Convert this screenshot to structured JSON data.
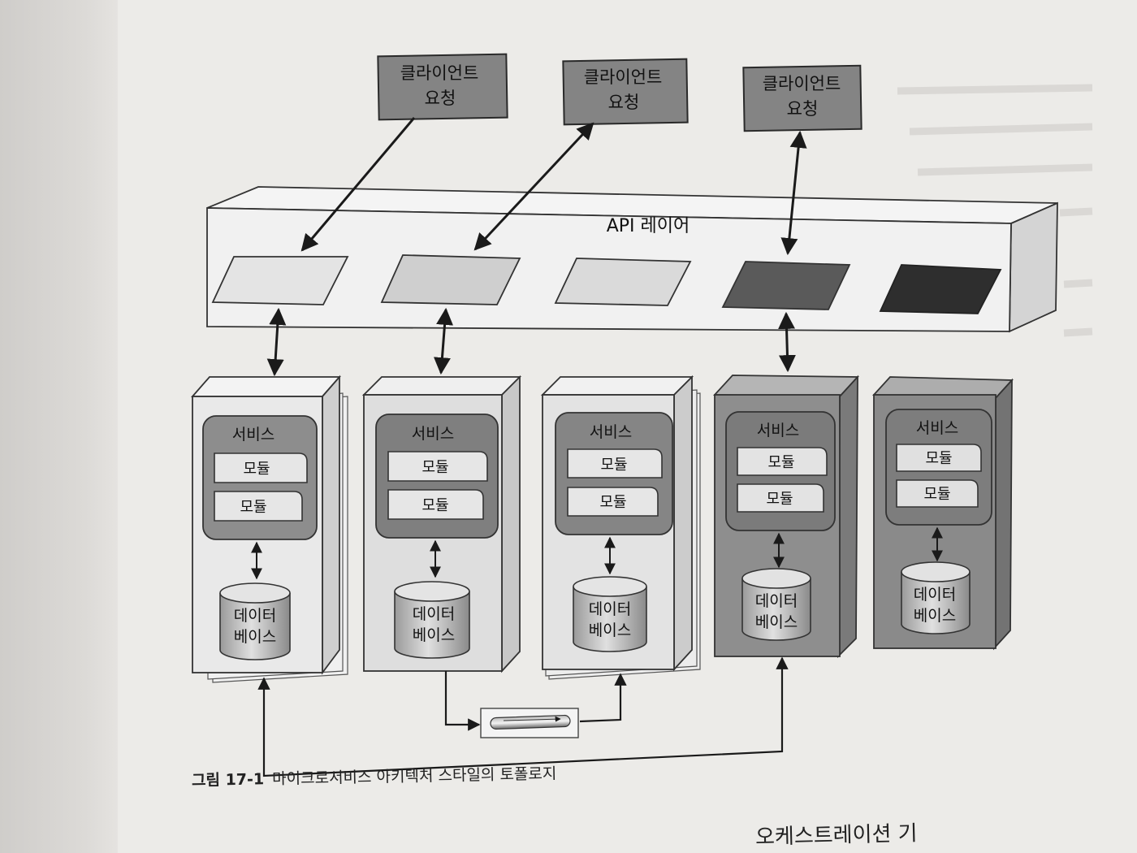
{
  "diagram": {
    "clients": [
      {
        "line1": "클라이언트",
        "line2": "요청"
      },
      {
        "line1": "클라이언트",
        "line2": "요청"
      },
      {
        "line1": "클라이언트",
        "line2": "요청"
      }
    ],
    "api_layer_label": "API 레이어",
    "services": [
      {
        "service_label": "서비스",
        "module1": "모듈",
        "module2": "모듈",
        "db_line1": "데이터",
        "db_line2": "베이스"
      },
      {
        "service_label": "서비스",
        "module1": "모듈",
        "module2": "모듈",
        "db_line1": "데이터",
        "db_line2": "베이스"
      },
      {
        "service_label": "서비스",
        "module1": "모듈",
        "module2": "모듈",
        "db_line1": "데이터",
        "db_line2": "베이스"
      },
      {
        "service_label": "서비스",
        "module1": "모듈",
        "module2": "모듈",
        "db_line1": "데이터",
        "db_line2": "베이스"
      },
      {
        "service_label": "서비스",
        "module1": "모듈",
        "module2": "모듈",
        "db_line1": "데이터",
        "db_line2": "베이스"
      }
    ],
    "shading": {
      "gateway_fills": [
        "#e4e4e4",
        "#cfcfcf",
        "#dadada",
        "#5a5a5a",
        "#2e2e2e"
      ],
      "service_body_fills": [
        "#e9e9e9",
        "#dedede",
        "#e3e3e3",
        "#8e8e8e",
        "#8a8a8a"
      ]
    }
  },
  "caption": {
    "number": "그림 17-1",
    "text": "마이크로서비스 아키텍처 스타일의 토폴로지"
  },
  "footer_fragment": "오케스트레이션 기"
}
